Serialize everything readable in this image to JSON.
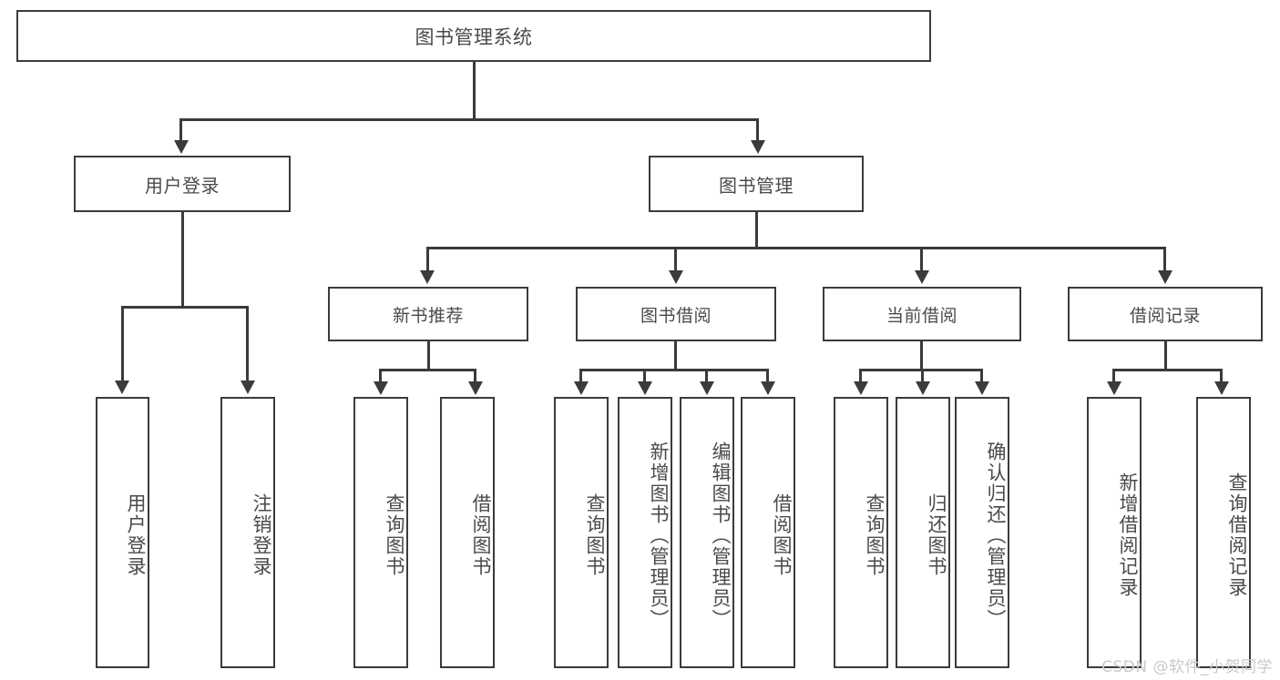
{
  "diagram": {
    "type": "tree-hierarchy",
    "title": "图书管理系统",
    "watermark": "CSDN @软件_小贺同学",
    "colors": {
      "background": "#ffffff",
      "border": "#3b3b3b",
      "connector": "#3b3b3b",
      "text": "#4a4a4a",
      "watermark": "#c9c9c9"
    },
    "root": {
      "label": "图书管理系统"
    },
    "level1": [
      {
        "label": "用户登录"
      },
      {
        "label": "图书管理"
      }
    ],
    "level2": [
      {
        "label": "新书推荐"
      },
      {
        "label": "图书借阅"
      },
      {
        "label": "当前借阅"
      },
      {
        "label": "借阅记录"
      }
    ],
    "leaves": {
      "user_login": [
        {
          "label": "用户登录"
        },
        {
          "label": "注销登录"
        }
      ],
      "new_book": [
        {
          "label": "查询图书"
        },
        {
          "label": "借阅图书"
        }
      ],
      "book_borrow": [
        {
          "label": "查询图书"
        },
        {
          "label": "新增图书（管理员）"
        },
        {
          "label": "编辑图书（管理员）"
        },
        {
          "label": "借阅图书"
        }
      ],
      "current_borrow": [
        {
          "label": "查询图书"
        },
        {
          "label": "归还图书"
        },
        {
          "label": "确认归还（管理员）"
        }
      ],
      "borrow_record": [
        {
          "label": "新增借阅记录"
        },
        {
          "label": "查询借阅记录"
        }
      ]
    }
  }
}
